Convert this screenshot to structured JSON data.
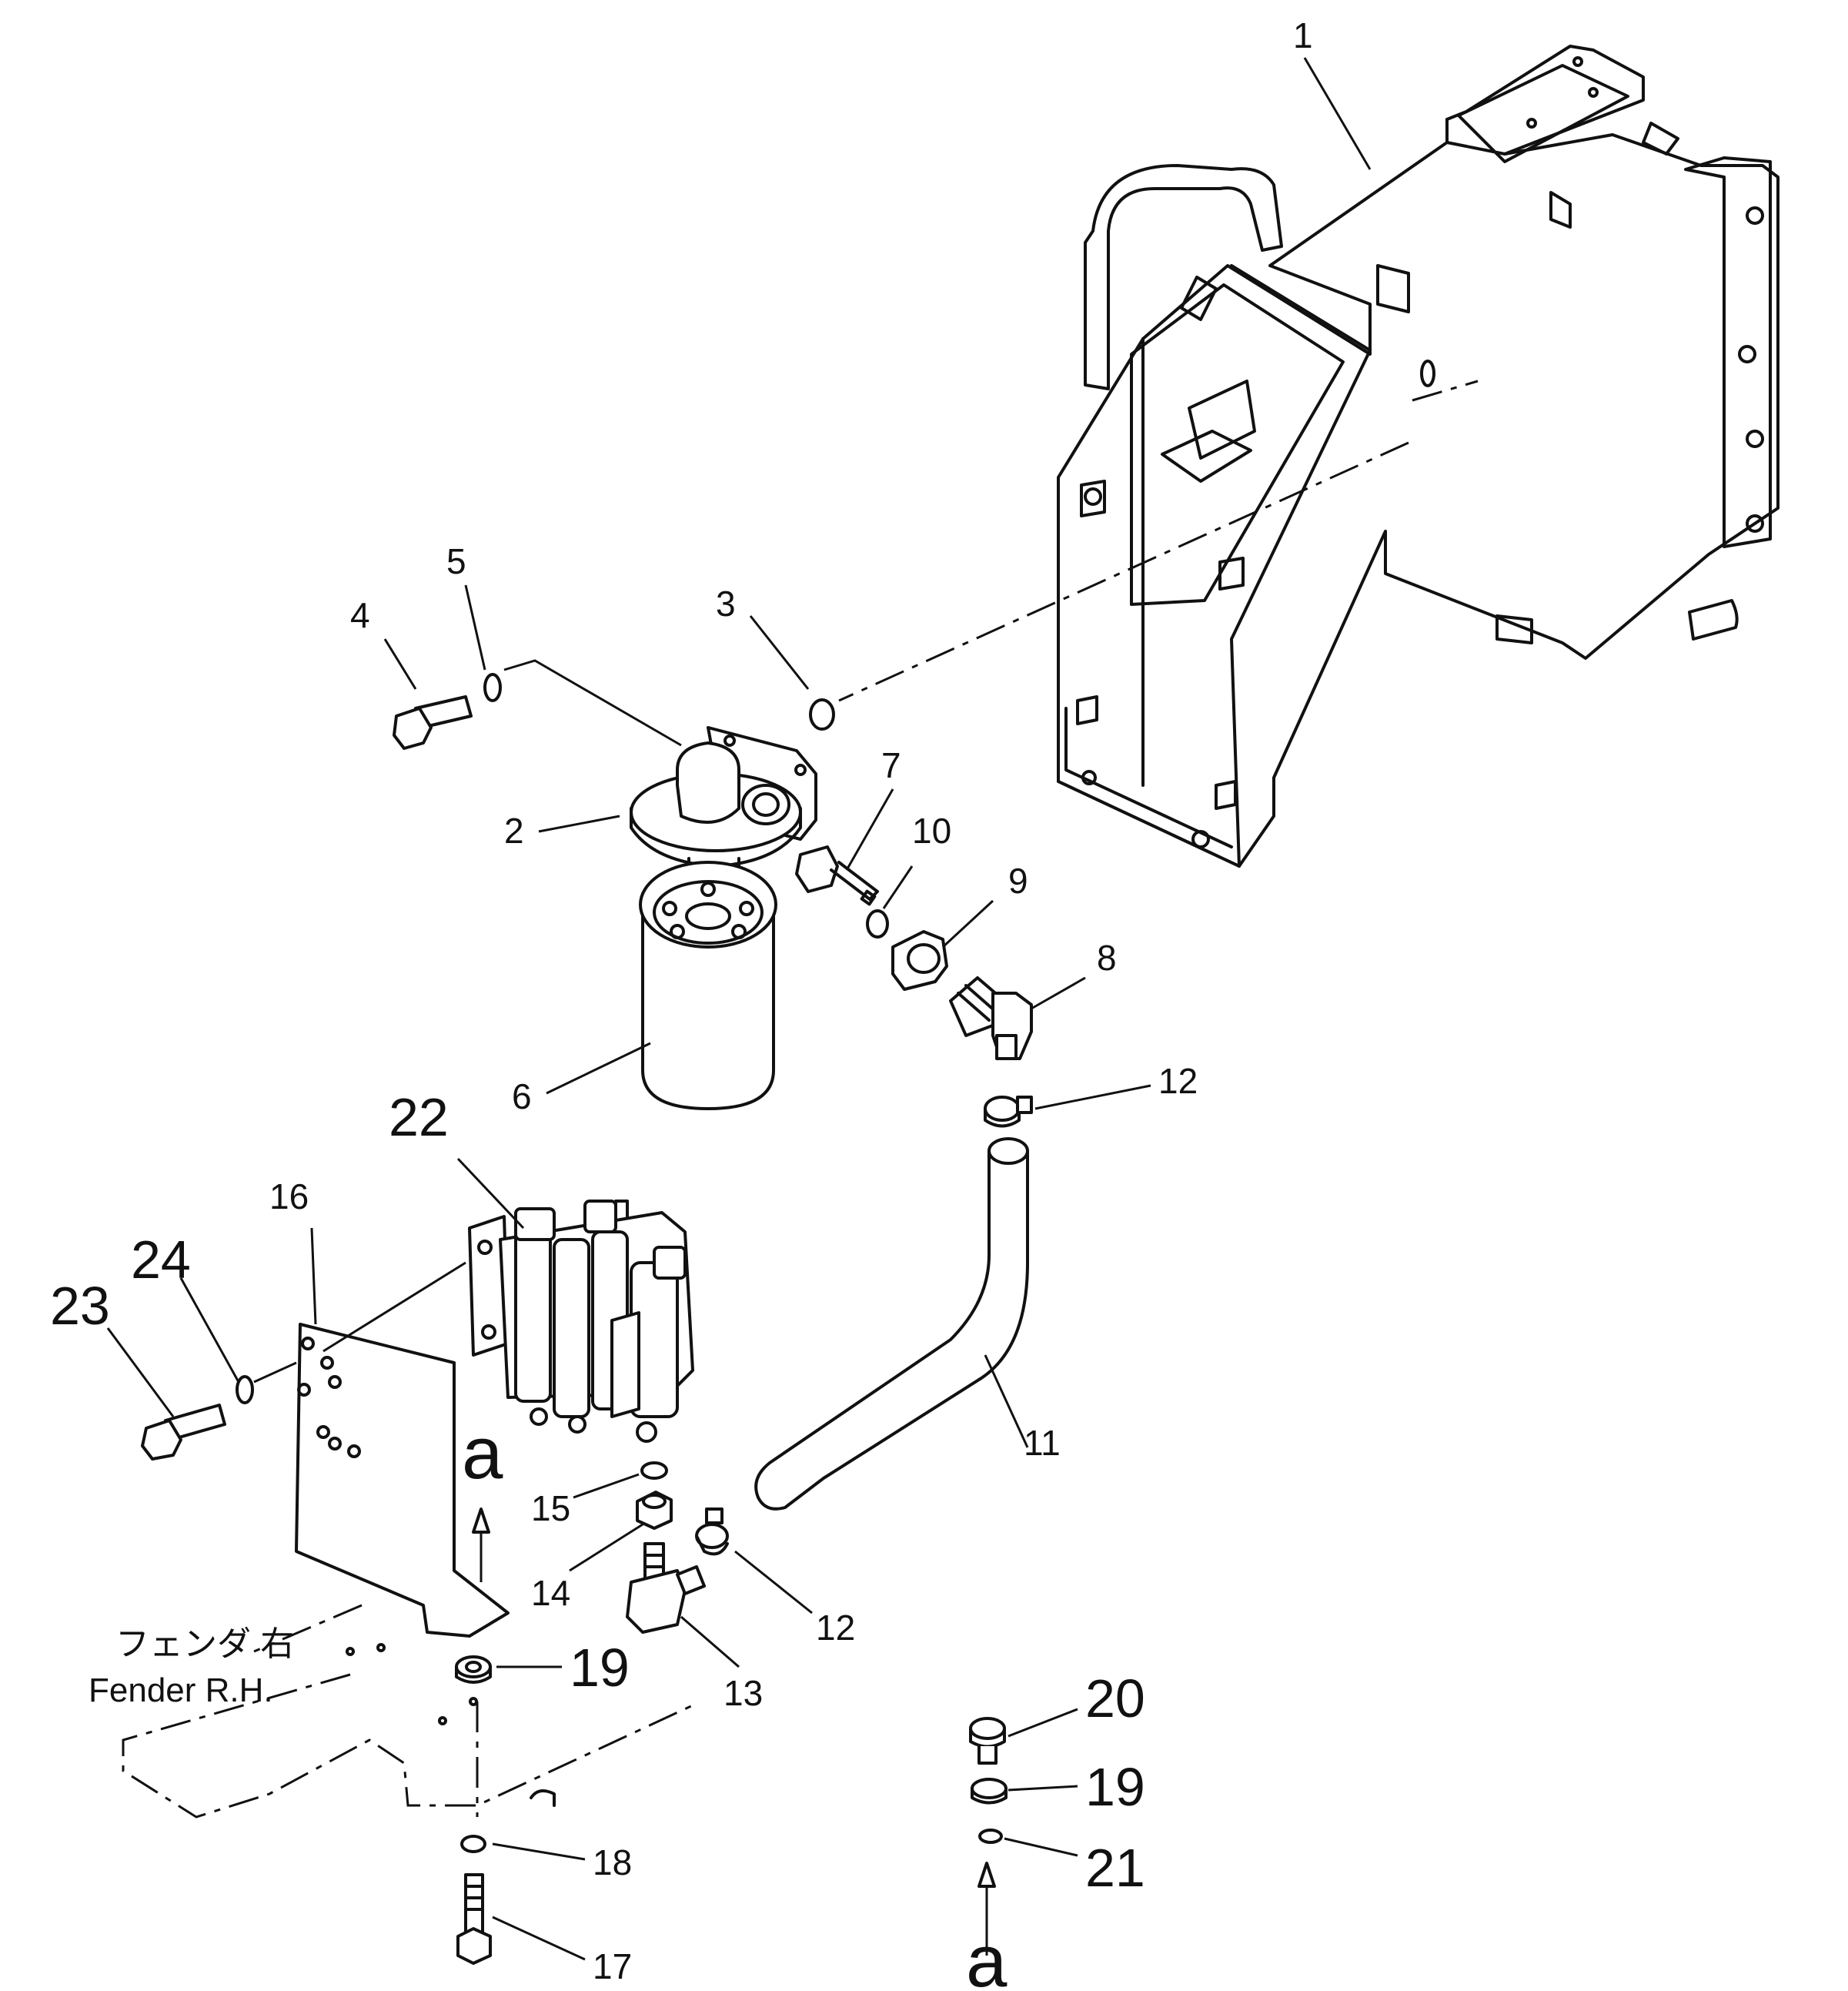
{
  "callouts": {
    "c1": "1",
    "c2": "2",
    "c3": "3",
    "c4": "4",
    "c5": "5",
    "c6": "6",
    "c7": "7",
    "c8": "8",
    "c9": "9",
    "c10": "10",
    "c11": "11",
    "c12a": "12",
    "c12b": "12",
    "c13": "13",
    "c14": "14",
    "c15": "15",
    "c16": "16",
    "c17": "17",
    "c18": "18",
    "c19a": "19",
    "c19b": "19",
    "c20": "20",
    "c21": "21",
    "c22": "22",
    "c23": "23",
    "c24": "24"
  },
  "view_markers": {
    "a1": "a",
    "a2": "a"
  },
  "fender_note": {
    "jp": "フェンダ 右",
    "en": "Fender R.H."
  }
}
